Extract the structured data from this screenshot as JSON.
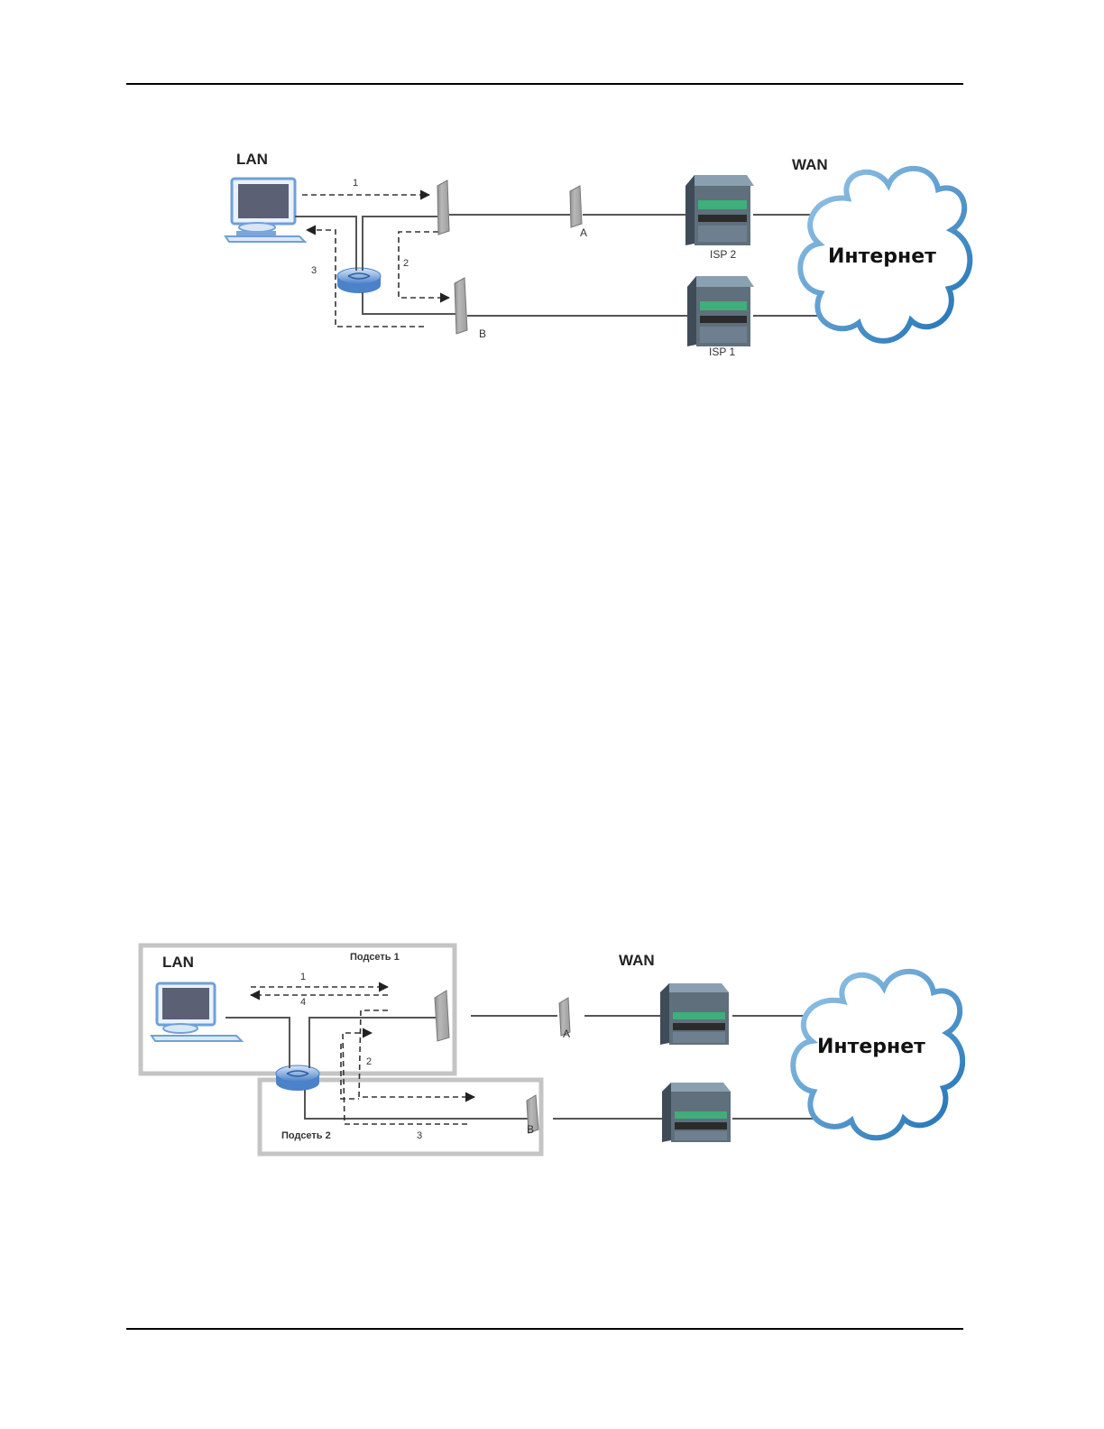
{
  "page": {
    "header_rule": true,
    "footer_rule": true
  },
  "figure1": {
    "lan_label": "LAN",
    "wan_label": "WAN",
    "cloud_label": "Интернет",
    "device_a_label": "A",
    "device_b_label": "B",
    "isp_top_label": "ISP 2",
    "isp_bottom_label": "ISP 1",
    "flow_labels": [
      "1",
      "2",
      "3"
    ]
  },
  "figure2": {
    "lan_label": "LAN",
    "wan_label": "WAN",
    "cloud_label": "Интернет",
    "subnet1_label": "Подсеть 1",
    "subnet2_label": "Подсеть 2",
    "device_a_label": "A",
    "device_b_label": "B",
    "flow_labels": [
      "1",
      "4",
      "2",
      "3"
    ]
  },
  "colors": {
    "cloud_stroke": "#3a8ac4",
    "router_blue": "#5a8fd0",
    "monitor_frame": "#6fa0d8",
    "screen": "#5b6075",
    "device_gray": "#a9a9a9",
    "server_body": "#5f6f7c",
    "server_green": "#3fae7a",
    "subnet_box": "#c4c4c4"
  }
}
